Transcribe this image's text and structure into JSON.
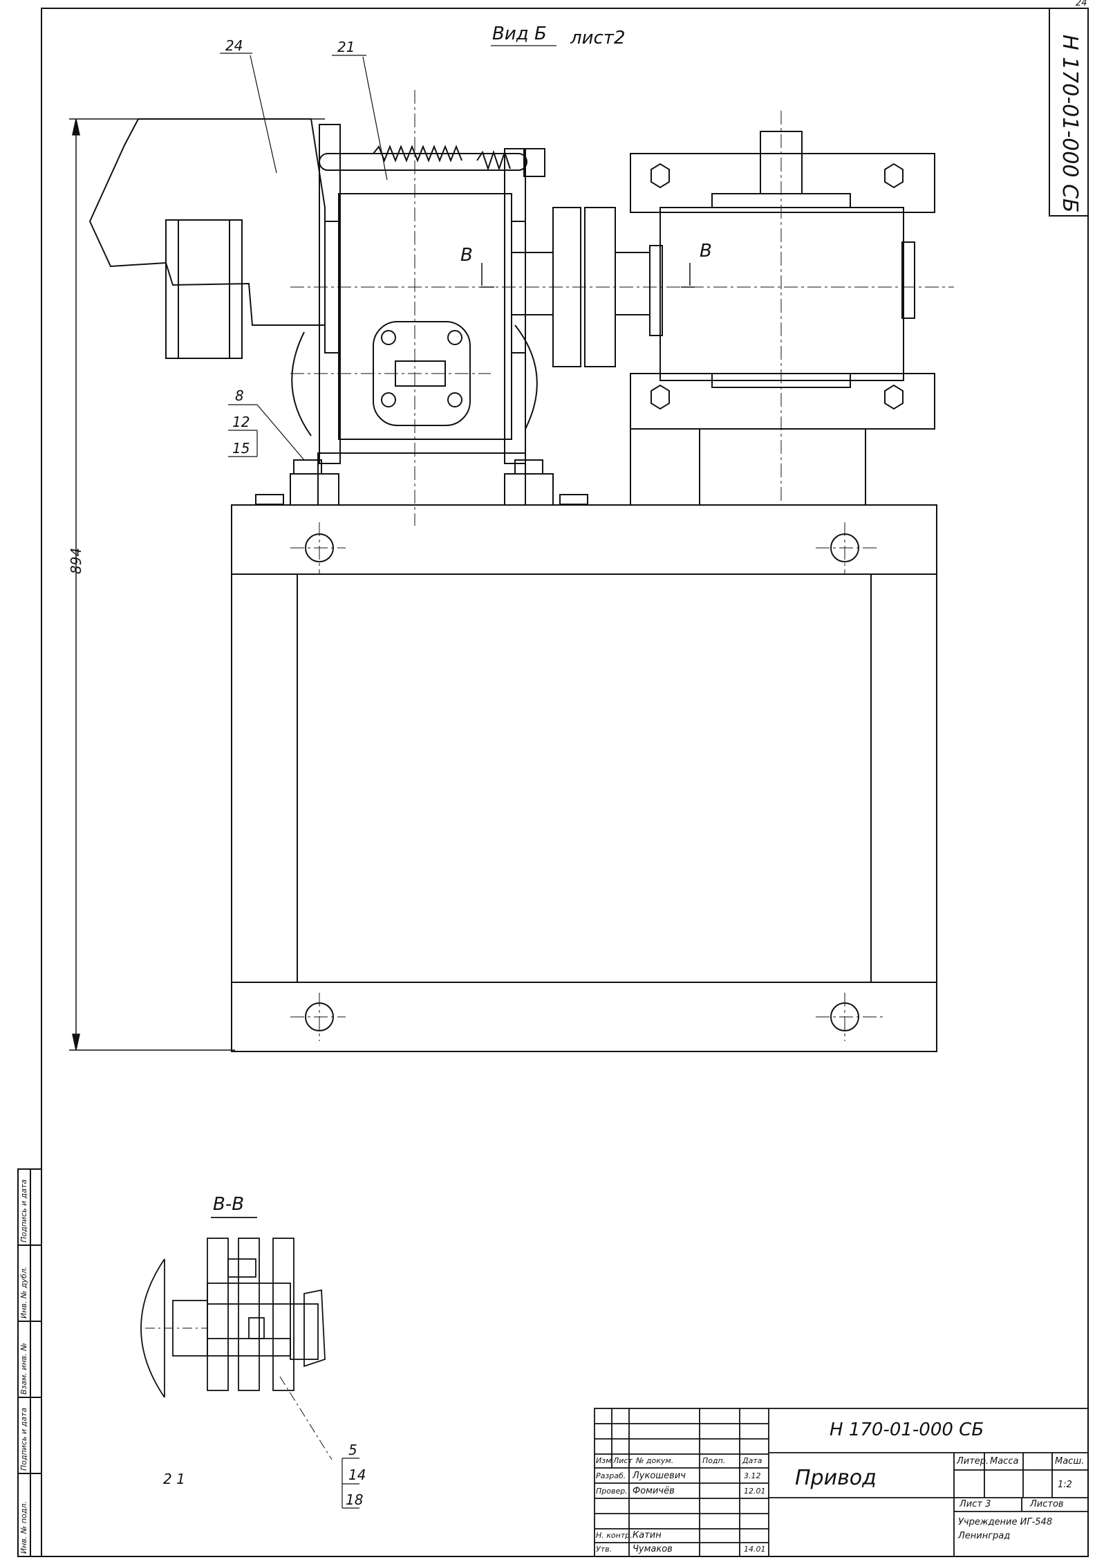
{
  "drawing": {
    "code_top": "Н 170-01-000 СБ",
    "page_corner": "24",
    "view_title": "Вид Б",
    "view_sheet_ref": "лист2",
    "section_title": "В-В",
    "section_mark_left": "В",
    "section_mark_right": "В",
    "dimension_overall": "894",
    "section_scale_note": "2 1",
    "callouts_main": {
      "c24": "24",
      "c21": "21",
      "c8": "8",
      "c12": "12",
      "c15": "15"
    },
    "callouts_section": {
      "c5": "5",
      "c14": "14",
      "c18": "18"
    }
  },
  "left_strip": {
    "cells": [
      "Подпись и дата",
      "Инв. № дубл.",
      "Взам. инв. №",
      "Подпись и дата",
      "Инв. № подл."
    ]
  },
  "title_block": {
    "designation": "Н 170-01-000 СБ",
    "name": "Привод",
    "headers": {
      "izm": "Изм",
      "list": "Лист",
      "doc": "№ докум.",
      "sign": "Подп.",
      "date": "Дата"
    },
    "roles": [
      {
        "role": "Разраб.",
        "name": "Лукошевич",
        "date": "3.12"
      },
      {
        "role": "Провер.",
        "name": "Фомичёв",
        "date": "12.01"
      },
      {
        "role": "Н. контр.",
        "name": "Катин",
        "date": ""
      },
      {
        "role": "Утв.",
        "name": "Чумаков",
        "date": "14.01"
      }
    ],
    "litera_label": "Литер.",
    "massa_label": "Масса",
    "masshtab_label": "Масш.",
    "masshtab_value": "1:2",
    "sheet_label": "Лист 3",
    "sheets_label": "Листов",
    "org_line1": "Учреждение ИГ-548",
    "org_line2": "Ленинград"
  }
}
